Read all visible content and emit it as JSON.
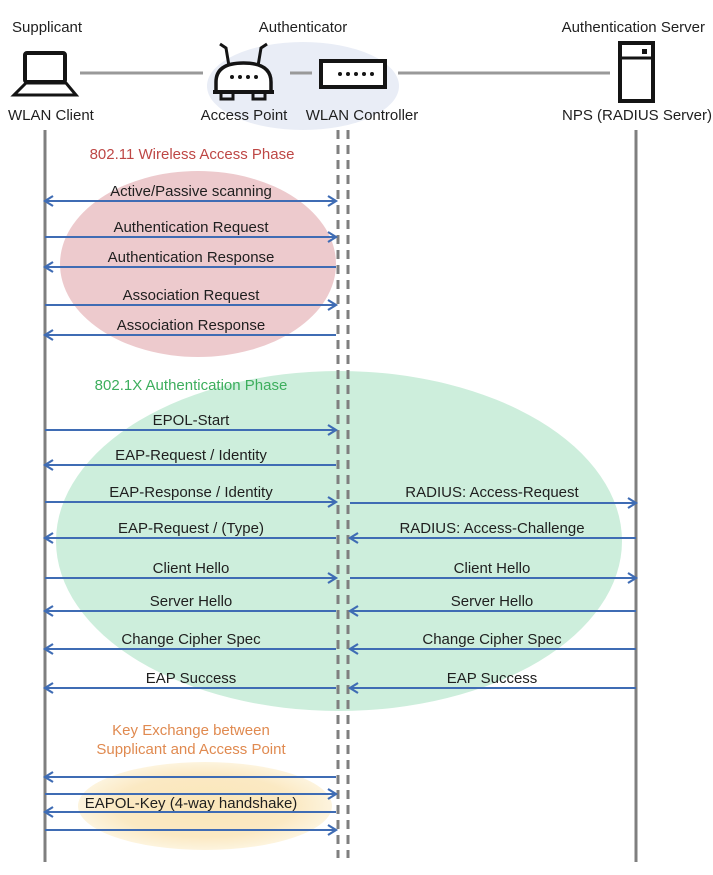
{
  "actors": {
    "supplicant_role": "Supplicant",
    "authenticator_role": "Authenticator",
    "server_role": "Authentication Server",
    "wlan_client": "WLAN Client",
    "access_point": "Access Point",
    "wlan_controller": "WLAN Controller",
    "nps": "NPS (RADIUS Server)"
  },
  "phases": {
    "wireless": {
      "title": "802.11 Wireless Access Phase",
      "color": "#be4745"
    },
    "dot1x": {
      "title": "802.1X Authentication Phase",
      "color": "#3dae5d"
    },
    "key_exchange": {
      "title": "Key Exchange between\nSupplicant and Access Point",
      "color": "#e08a50"
    }
  },
  "messages": {
    "scanning": "Active/Passive scanning",
    "auth_request": "Authentication Request",
    "auth_response": "Authentication Response",
    "assoc_request": "Association Request",
    "assoc_response": "Association Response",
    "epol_start": "EPOL-Start",
    "eap_request_identity": "EAP-Request / Identity",
    "eap_response_identity": "EAP-Response / Identity",
    "radius_access_request": "RADIUS: Access-Request",
    "eap_request_type": "EAP-Request / (Type)",
    "radius_access_challenge": "RADIUS: Access-Challenge",
    "client_hello": "Client Hello",
    "server_hello": "Server Hello",
    "change_cipher_spec": "Change Cipher Spec",
    "eap_success": "EAP Success",
    "eapol_key": "EAPOL-Key (4-way handshake)"
  },
  "colors": {
    "arrow": "#3f6cb4",
    "lifeline": "#7f7f7f",
    "wireless_ellipse": "#edcacd",
    "dot1x_ellipse": "#cdeedc",
    "key_ellipse": "#fbe9c3",
    "authenticator_ellipse": "#e9edf6"
  }
}
